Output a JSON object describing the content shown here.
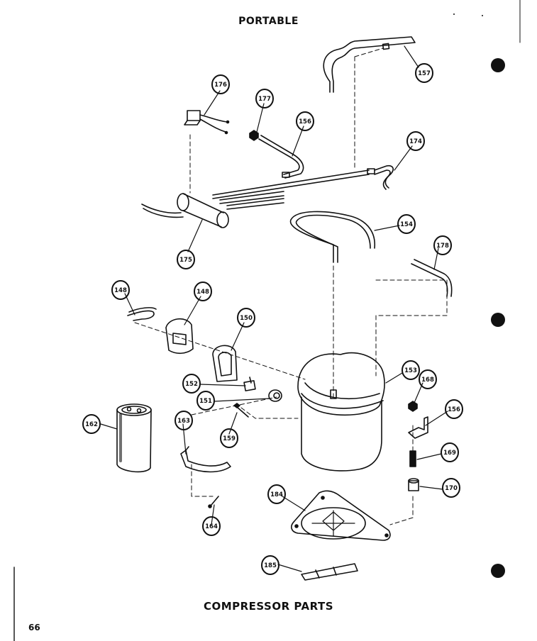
{
  "header": {
    "title": "PORTABLE"
  },
  "footer": {
    "title": "COMPRESSOR PARTS",
    "page_number": "66"
  },
  "callouts": {
    "c157": "157",
    "c176": "176",
    "c177": "177",
    "c156a": "156",
    "c174": "174",
    "c175": "175",
    "c154": "154",
    "c178": "178",
    "c148a": "148",
    "c148b": "148",
    "c150": "150",
    "c152": "152",
    "c151": "151",
    "c153": "153",
    "c168": "168",
    "c156b": "156",
    "c162": "162",
    "c163": "163",
    "c159": "159",
    "c169": "169",
    "c170": "170",
    "c164a": "164",
    "c184": "184",
    "c185": "185"
  },
  "colors": {
    "ink": "#111111",
    "paper": "#ffffff"
  }
}
